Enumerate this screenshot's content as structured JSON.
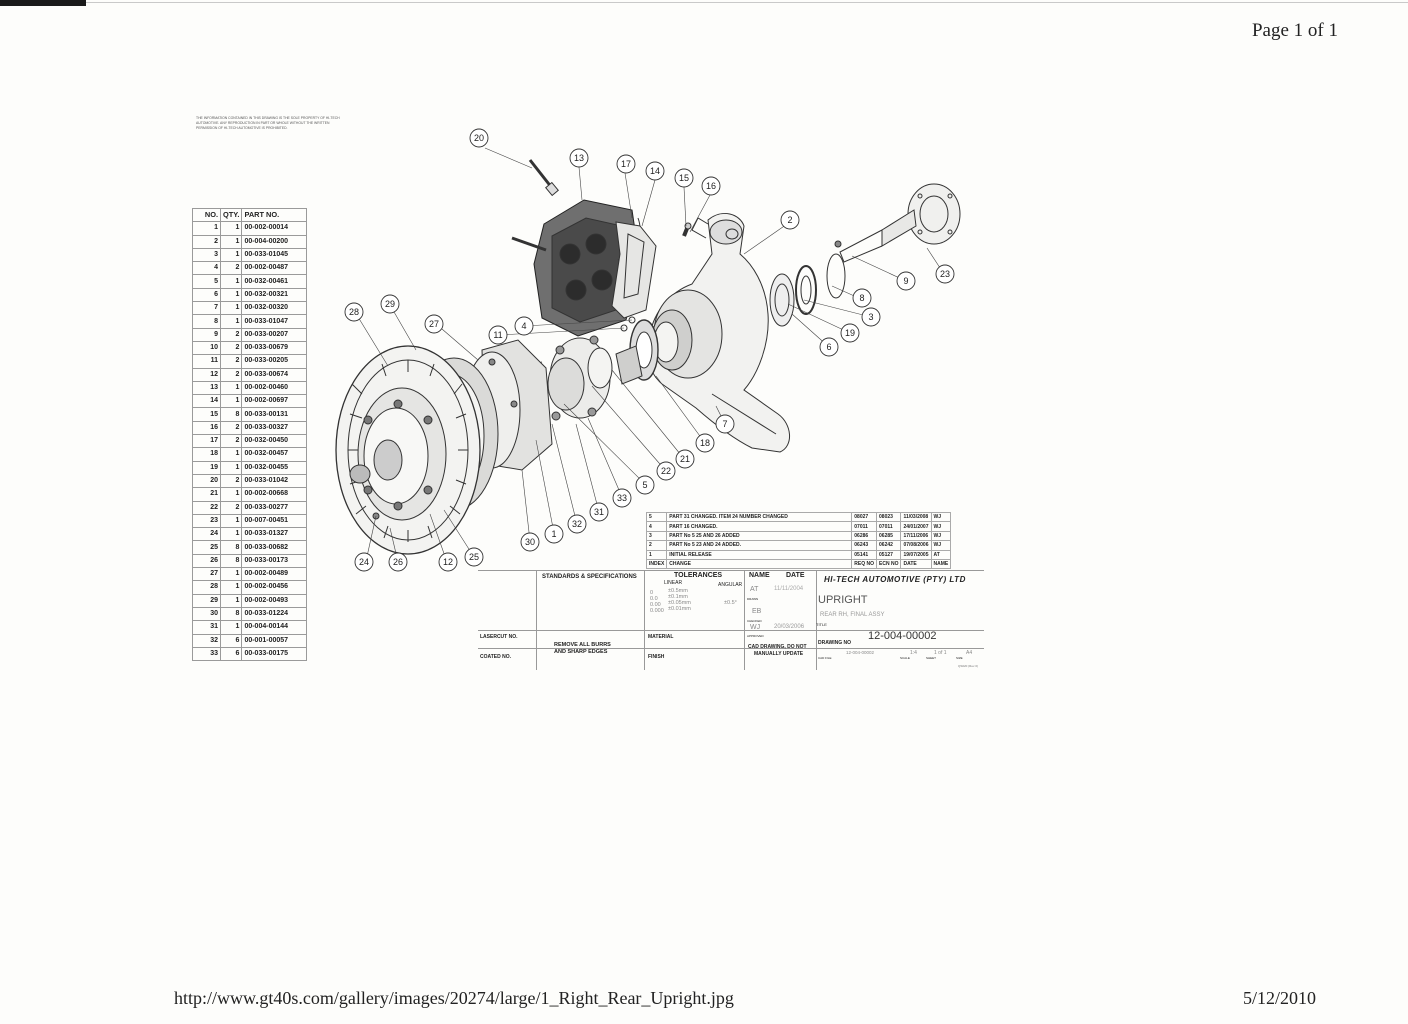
{
  "page": {
    "label": "Page 1 of 1",
    "url": "http://www.gt40s.com/gallery/images/20274/large/1_Right_Rear_Upright.jpg",
    "date": "5/12/2010"
  },
  "notice": "THE INFORMATION CONTAINED IN THIS DRAWING IS THE SOLE PROPERTY OF HI-TECH AUTOMOTIVE. ANY REPRODUCTION IN PART OR WHOLE WITHOUT THE WRITTEN PERMISSION OF HI-TECH AUTOMOTIVE IS PROHIBITED.",
  "bom": {
    "headers": [
      "NO.",
      "QTY.",
      "PART NO."
    ],
    "rows": [
      [
        "1",
        "1",
        "00-002-00014"
      ],
      [
        "2",
        "1",
        "00-004-00200"
      ],
      [
        "3",
        "1",
        "00-033-01045"
      ],
      [
        "4",
        "2",
        "00-002-00487"
      ],
      [
        "5",
        "1",
        "00-032-00461"
      ],
      [
        "6",
        "1",
        "00-032-00321"
      ],
      [
        "7",
        "1",
        "00-032-00320"
      ],
      [
        "8",
        "1",
        "00-033-01047"
      ],
      [
        "9",
        "2",
        "00-033-00207"
      ],
      [
        "10",
        "2",
        "00-033-00679"
      ],
      [
        "11",
        "2",
        "00-033-00205"
      ],
      [
        "12",
        "2",
        "00-033-00674"
      ],
      [
        "13",
        "1",
        "00-002-00460"
      ],
      [
        "14",
        "1",
        "00-002-00697"
      ],
      [
        "15",
        "8",
        "00-033-00131"
      ],
      [
        "16",
        "2",
        "00-033-00327"
      ],
      [
        "17",
        "2",
        "00-032-00450"
      ],
      [
        "18",
        "1",
        "00-032-00457"
      ],
      [
        "19",
        "1",
        "00-032-00455"
      ],
      [
        "20",
        "2",
        "00-033-01042"
      ],
      [
        "21",
        "1",
        "00-002-00668"
      ],
      [
        "22",
        "2",
        "00-033-00277"
      ],
      [
        "23",
        "1",
        "00-007-00451"
      ],
      [
        "24",
        "1",
        "00-033-01327"
      ],
      [
        "25",
        "8",
        "00-033-00682"
      ],
      [
        "26",
        "8",
        "00-033-00173"
      ],
      [
        "27",
        "1",
        "00-002-00489"
      ],
      [
        "28",
        "1",
        "00-002-00456"
      ],
      [
        "29",
        "1",
        "00-002-00493"
      ],
      [
        "30",
        "8",
        "00-033-01224"
      ],
      [
        "31",
        "1",
        "00-004-00144"
      ],
      [
        "32",
        "6",
        "00-001-00057"
      ],
      [
        "33",
        "6",
        "00-033-00175"
      ]
    ]
  },
  "callouts": [
    "20",
    "13",
    "17",
    "14",
    "15",
    "16",
    "2",
    "23",
    "9",
    "8",
    "3",
    "19",
    "6",
    "4",
    "11",
    "27",
    "28",
    "29",
    "18",
    "7",
    "21",
    "22",
    "5",
    "33",
    "31",
    "32",
    "1",
    "30",
    "24",
    "26",
    "12",
    "25"
  ],
  "revisions": {
    "rows": [
      [
        "5",
        "PART 31 CHANGED. ITEM 24 NUMBER CHANGED",
        "08027",
        "08023",
        "11/03/2008",
        "WJ"
      ],
      [
        "4",
        "PART 16 CHANGED.",
        "07011",
        "07011",
        "24/01/2007",
        "WJ"
      ],
      [
        "3",
        "PART No 5 25 AND 26 ADDED",
        "06286",
        "06285",
        "17/11/2006",
        "WJ"
      ],
      [
        "2",
        "PART No 5 23 AND 24 ADDED.",
        "06243",
        "06242",
        "07/08/2006",
        "WJ"
      ],
      [
        "1",
        "INITIAL RELEASE",
        "05141",
        "05127",
        "19/07/2005",
        "AT"
      ]
    ],
    "headers": [
      "INDEX",
      "CHANGE",
      "REQ NO",
      "ECN NO",
      "DATE",
      "NAME"
    ]
  },
  "title_block": {
    "standards": "STANDARDS & SPECIFICATIONS",
    "tolerances": "TOLERANCES",
    "linear": "LINEAR",
    "angular": "ANGULAR",
    "tol_rows": [
      [
        "0",
        "±0.5mm"
      ],
      [
        "0.0",
        "±0.1mm"
      ],
      [
        "0.00",
        "±0.05mm"
      ],
      [
        "0.000",
        "±0.01mm"
      ]
    ],
    "angular_value": "±0.5°",
    "name_hdr": "NAME",
    "date_hdr": "DATE",
    "drawn_lbl": "DRAWN",
    "checked_lbl": "CHECKED",
    "approved_lbl": "APPROVED",
    "drawn_name": "AT",
    "drawn_date": "11/11/2004",
    "checked_name": "EB",
    "approved_name": "WJ",
    "approved_date": "20/03/2006",
    "company": "HI-TECH AUTOMOTIVE (PTY) LTD",
    "title_lbl": "TITLE",
    "title": "UPRIGHT",
    "subtitle": "REAR RH, FINAL ASSY",
    "drawing_no_lbl": "DRAWING NO",
    "drawing_no": "12-004-00002",
    "lasercut": "LASERCUT NO.",
    "coated": "COATED NO.",
    "remove": "REMOVE ALL BURRS",
    "sharp": "AND SHARP EDGES",
    "material": "MATERIAL",
    "finish": "FINISH",
    "cad1": "CAD DRAWING, DO NOT",
    "cad2": "MANUALLY UPDATE",
    "cad_file_lbl": "CAD FILE",
    "cad_file": "12-004-00002",
    "scale_lbl": "SCALE",
    "scale": "1:4",
    "sheet_lbl": "SHEET",
    "sheet": "1 of 1",
    "size_lbl": "SIZE",
    "size": "A4",
    "form": "QS020 (Rev 0)"
  }
}
